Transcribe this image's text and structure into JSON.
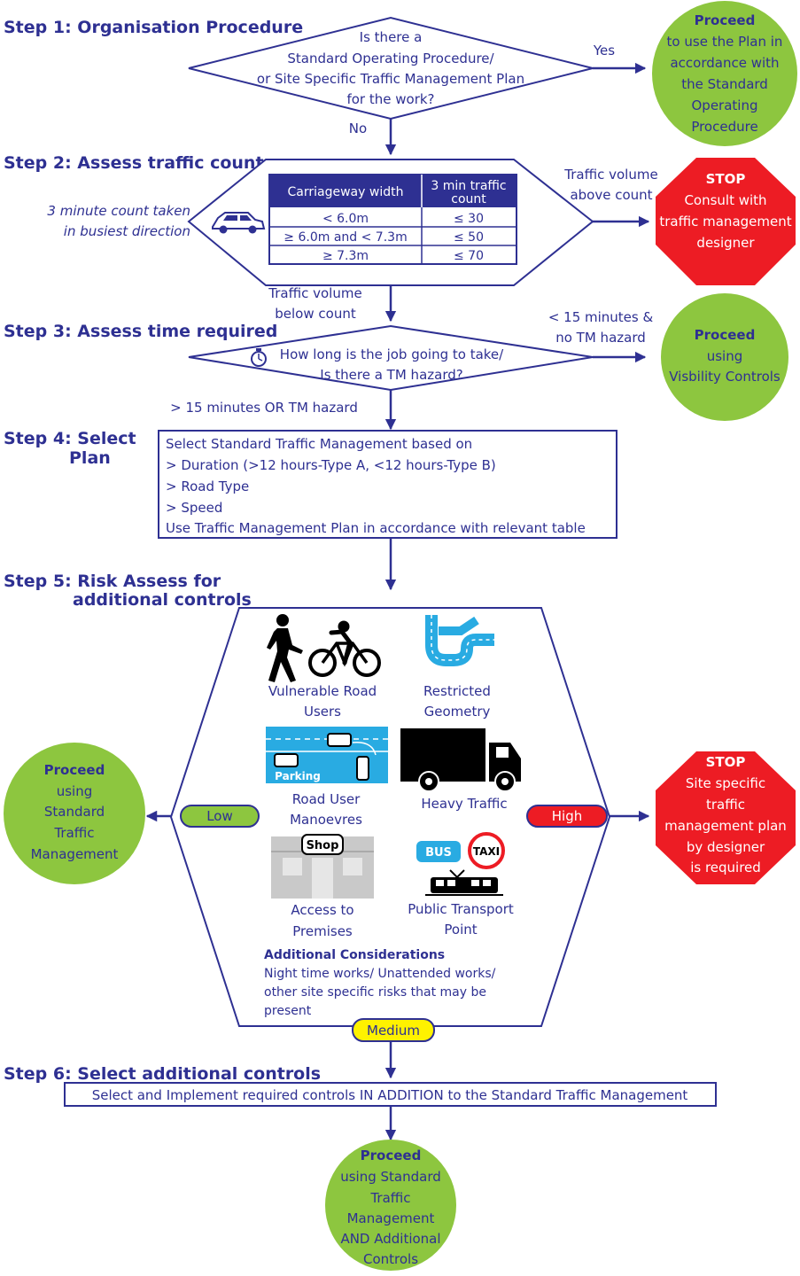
{
  "colors": {
    "navy": "#2e3092",
    "green": "#8dc63f",
    "red": "#ed1c24",
    "yellow": "#fff200",
    "blue_icon": "#29abe2"
  },
  "step1": {
    "heading": "Step 1: Organisation Procedure",
    "question": [
      "Is there a",
      "Standard Operating Procedure/",
      "or Site Specific Traffic Management Plan",
      "for the work?"
    ],
    "yes_label": "Yes",
    "no_label": "No",
    "proceed": {
      "title": "Proceed",
      "lines": [
        "to use the Plan in",
        "accordance with",
        "the Standard",
        "Operating",
        "Procedure"
      ]
    }
  },
  "step2": {
    "heading": "Step 2: Assess traffic count",
    "side_note": [
      "3 minute count taken",
      "in busiest direction"
    ],
    "table": {
      "headers": [
        "Carriageway width",
        [
          "3 min traffic",
          "count"
        ]
      ],
      "rows": [
        [
          "< 6.0m",
          "≤ 30"
        ],
        [
          "≥ 6.0m and < 7.3m",
          "≤ 50"
        ],
        [
          "≥ 7.3m",
          "≤ 70"
        ]
      ]
    },
    "above_label": [
      "Traffic volume",
      "above count"
    ],
    "below_label": [
      "Traffic volume",
      "below count"
    ],
    "stop": {
      "title": "STOP",
      "lines": [
        "Consult with",
        "traffic management",
        "designer"
      ]
    },
    "icon": "car-icon"
  },
  "step3": {
    "heading": "Step 3: Assess time required",
    "question": [
      "How long is the job going to take/",
      "Is there a TM hazard?"
    ],
    "short_label": [
      "< 15 minutes &",
      "no TM hazard"
    ],
    "long_label": "> 15 minutes OR TM hazard",
    "proceed": {
      "title": "Proceed",
      "lines": [
        "using",
        "Visbility Controls"
      ]
    },
    "icon": "stopwatch-icon"
  },
  "step4": {
    "heading": [
      "Step 4: Select",
      "Plan"
    ],
    "box_lines": [
      "Select Standard Traffic Management based on",
      "> Duration (>12 hours-Type A, <12 hours-Type B)",
      "> Road Type",
      "> Speed",
      "Use Traffic Management Plan in accordance with relevant table"
    ]
  },
  "step5": {
    "heading": [
      "Step 5:  Risk Assess for",
      "additional controls"
    ],
    "hazards": [
      {
        "icon": "pedestrian-cyclist-icon",
        "lines": [
          "Vulnerable Road",
          "Users"
        ]
      },
      {
        "icon": "winding-road-icon",
        "lines": [
          "Restricted",
          "Geometry"
        ]
      },
      {
        "icon": "parking-manoeuvre-icon",
        "lines": [
          "Road User",
          "Manoevres"
        ],
        "badge": "Parking"
      },
      {
        "icon": "truck-icon",
        "lines": [
          "Heavy Traffic"
        ]
      },
      {
        "icon": "shopfront-icon",
        "lines": [
          "Access to",
          "Premises"
        ],
        "badge": "Shop"
      },
      {
        "icon": "bus-taxi-tram-icon",
        "lines": [
          "Public Transport",
          "Point"
        ],
        "badges": [
          "BUS",
          "TAXI"
        ]
      }
    ],
    "additional": {
      "title": "Additional Considerations",
      "lines": [
        "Night time works/ Unattended works/",
        "other site specific risks that may be",
        "present"
      ]
    },
    "risk_low": "Low",
    "risk_high": "High",
    "risk_medium": "Medium",
    "proceed": {
      "title": "Proceed",
      "lines": [
        "using",
        "Standard",
        "Traffic",
        "Management"
      ]
    },
    "stop": {
      "title": "STOP",
      "lines": [
        "Site specific",
        "traffic",
        "management plan",
        "by designer",
        "is required"
      ]
    }
  },
  "step6": {
    "heading": "Step 6: Select additional controls",
    "box_text": "Select and Implement required controls IN ADDITION to the Standard Traffic Management",
    "proceed": {
      "title": "Proceed",
      "lines": [
        "using Standard",
        "Traffic",
        "Management",
        "AND Additional",
        "Controls"
      ]
    }
  }
}
